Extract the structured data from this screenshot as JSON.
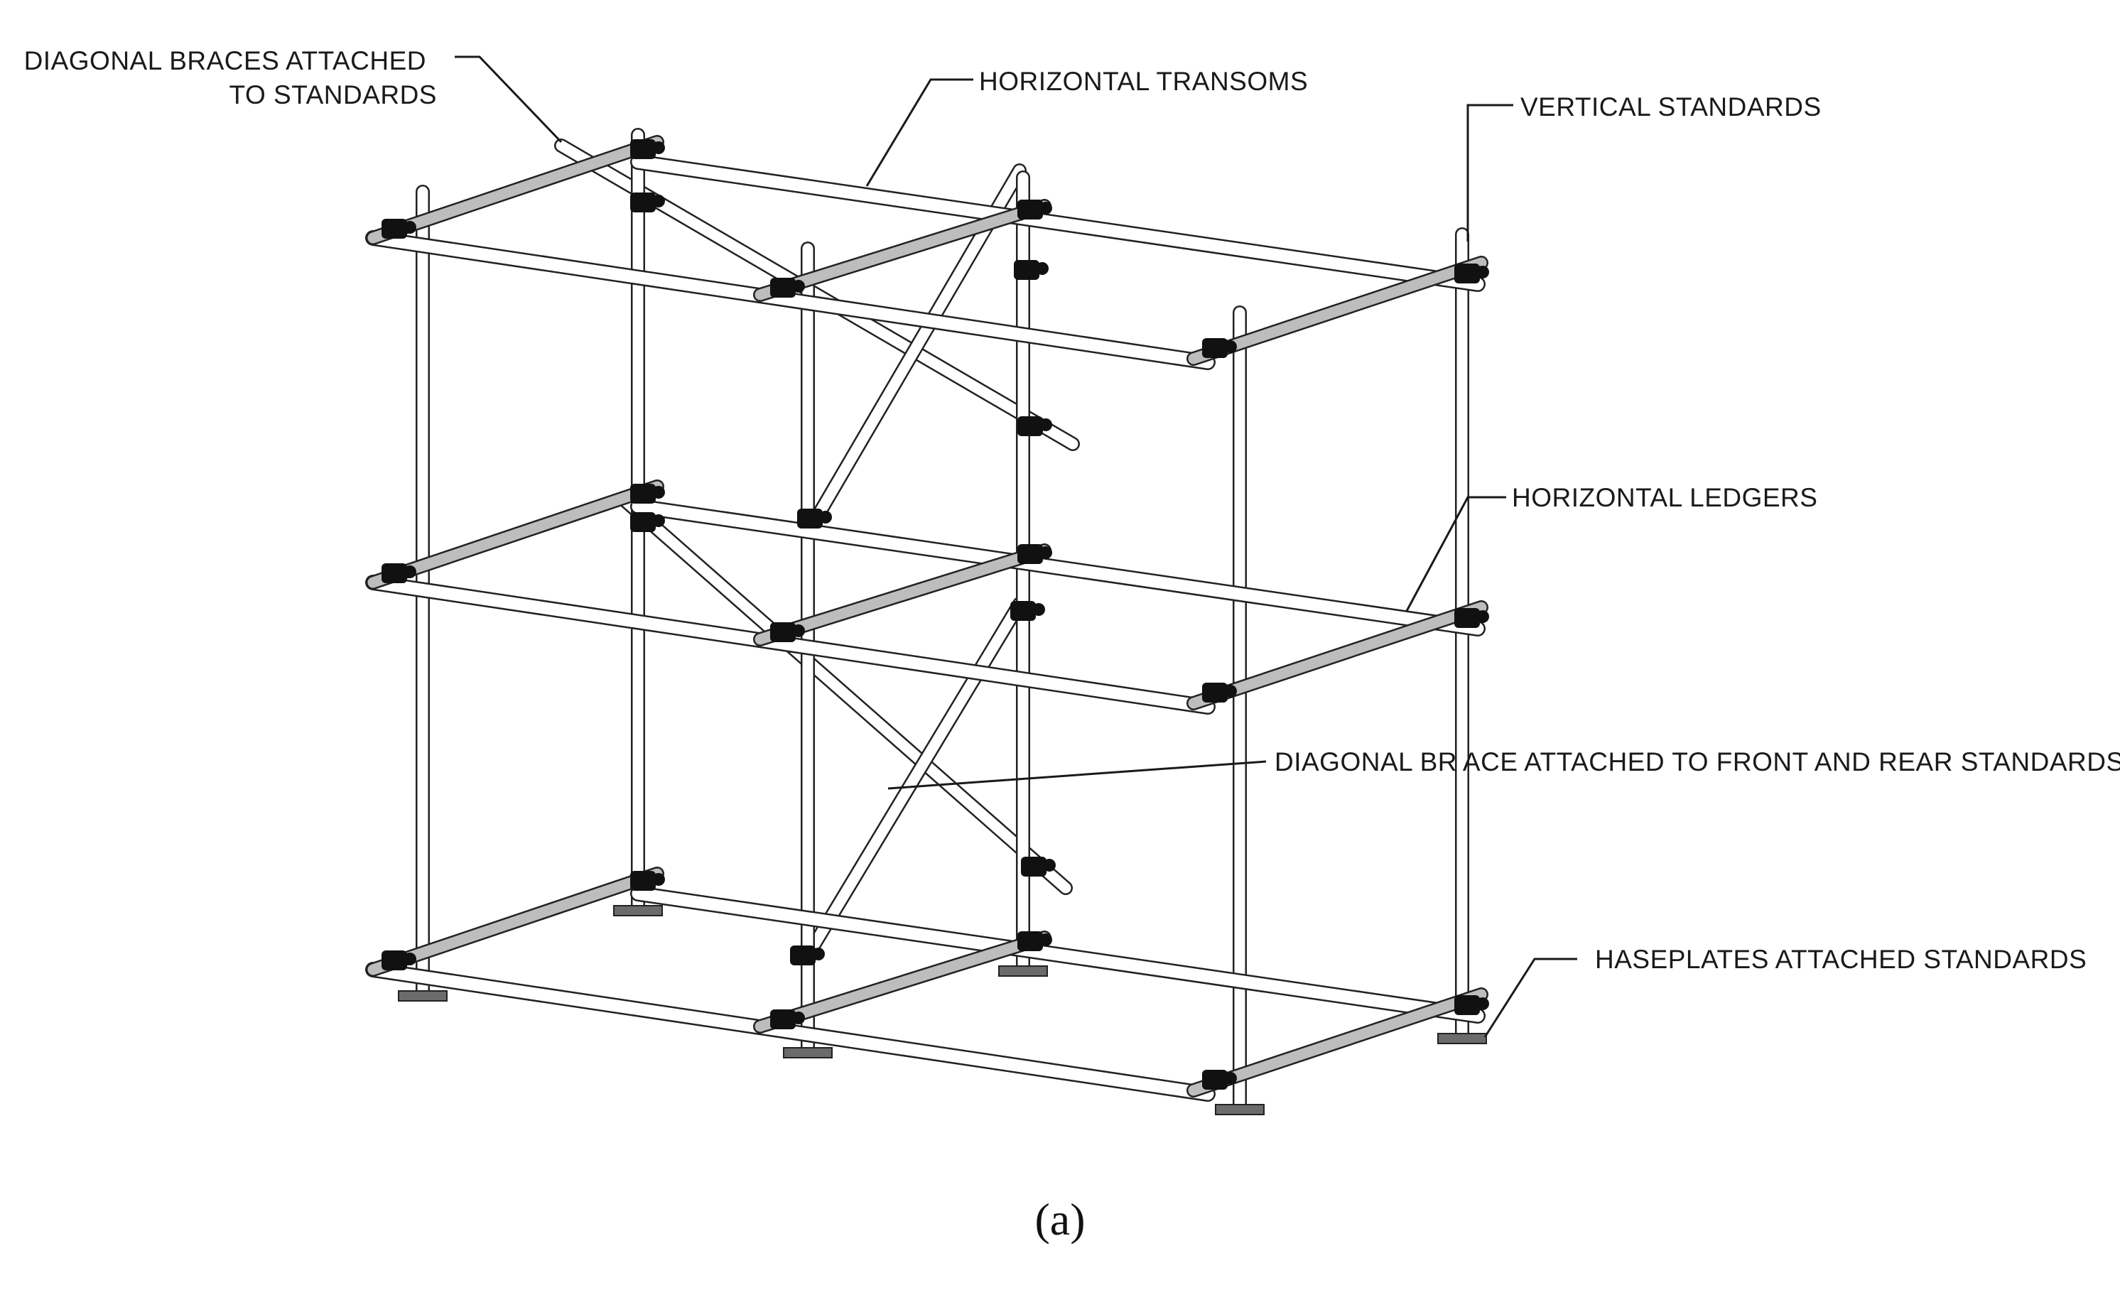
{
  "labels": {
    "diagonal_braces_line1": "DIAGONAL BRACES ATTACHED",
    "diagonal_braces_line2": "TO STANDARDS",
    "horizontal_transoms": "HORIZONTAL TRANSOMS",
    "vertical_standards": "VERTICAL STANDARDS",
    "horizontal_ledgers": "HORIZONTAL LEDGERS",
    "diagonal_brace_front_rear": "DIAGONAL BR ACE ATTACHED TO FRONT AND REAR STANDARDS",
    "baseplates": "HASEPLATES ATTACHED STANDARDS"
  },
  "caption": "(a)",
  "colors": {
    "outline": "#222222",
    "tube_fill": "#ffffff",
    "transom_fill": "#bdbdbd",
    "coupler": "#111111",
    "baseplate": "#6b6b6b"
  }
}
